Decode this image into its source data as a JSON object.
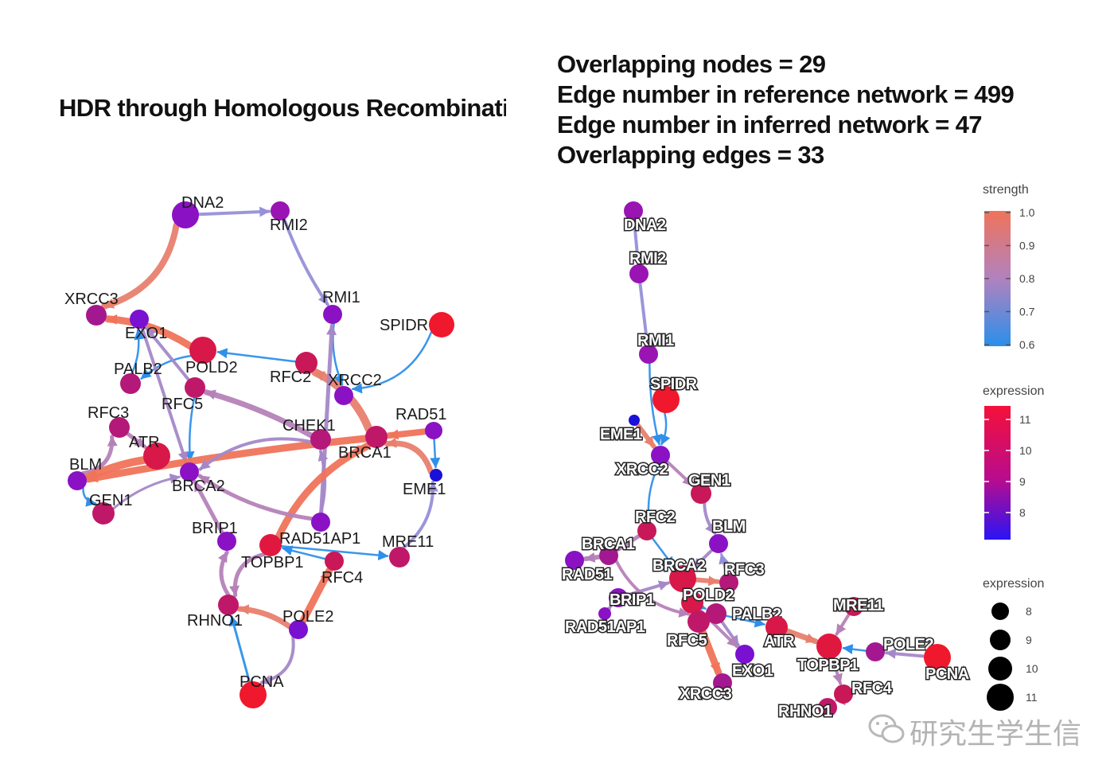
{
  "left_panel": {
    "title": "HDR through Homologous Recombinatio",
    "nodes": [
      {
        "label": "DNA2",
        "color": "#8a12c4"
      },
      {
        "label": "RMI2",
        "color": "#9a14b4"
      },
      {
        "label": "RMI1",
        "color": "#8a12c4"
      },
      {
        "label": "SPIDR",
        "color": "#f0182c"
      },
      {
        "label": "XRCC3",
        "color": "#a31890"
      },
      {
        "label": "EXO1",
        "color": "#7a10d0"
      },
      {
        "label": "POLD2",
        "color": "#d81848"
      },
      {
        "label": "RFC2",
        "color": "#c81858"
      },
      {
        "label": "XRCC2",
        "color": "#8a12c4"
      },
      {
        "label": "PALB2",
        "color": "#b41878"
      },
      {
        "label": "RFC5",
        "color": "#c01868"
      },
      {
        "label": "RFC3",
        "color": "#b41878"
      },
      {
        "label": "CHEK1",
        "color": "#b41878"
      },
      {
        "label": "RAD51",
        "color": "#8a12c4"
      },
      {
        "label": "ATR",
        "color": "#d81848"
      },
      {
        "label": "BRCA1",
        "color": "#c01868"
      },
      {
        "label": "BLM",
        "color": "#8a12c4"
      },
      {
        "label": "BRCA2",
        "color": "#8a12c4"
      },
      {
        "label": "EME1",
        "color": "#1a10d8"
      },
      {
        "label": "GEN1",
        "color": "#c01868"
      },
      {
        "label": "BRIP1",
        "color": "#8a12c4"
      },
      {
        "label": "RAD51AP1",
        "color": "#8a12c4"
      },
      {
        "label": "MRE11",
        "color": "#c01868"
      },
      {
        "label": "TOPBP1",
        "color": "#e01840"
      },
      {
        "label": "RFC4",
        "color": "#c81858"
      },
      {
        "label": "RHNO1",
        "color": "#c01868"
      },
      {
        "label": "POLE2",
        "color": "#7a10d0"
      },
      {
        "label": "PCNA",
        "color": "#f0182c"
      }
    ]
  },
  "right_panel": {
    "stats": [
      "Overlapping nodes = 29",
      "Edge number in reference network = 499",
      "Edge number in inferred network = 47",
      "Overlapping edges = 33"
    ],
    "nodes": [
      {
        "label": "DNA2",
        "color": "#9a14b4"
      },
      {
        "label": "RMI2",
        "color": "#9a14b4"
      },
      {
        "label": "RMI1",
        "color": "#9a14b4"
      },
      {
        "label": "SPIDR",
        "color": "#f0182c"
      },
      {
        "label": "EME1",
        "color": "#1a10d8"
      },
      {
        "label": "XRCC2",
        "color": "#8a12c4"
      },
      {
        "label": "GEN1",
        "color": "#c81858"
      },
      {
        "label": "RFC2",
        "color": "#c81858"
      },
      {
        "label": "BLM",
        "color": "#8a12c4"
      },
      {
        "label": "BRCA1",
        "color": "#a31890"
      },
      {
        "label": "RAD51",
        "color": "#8a12c4"
      },
      {
        "label": "BRCA2",
        "color": "#d81848"
      },
      {
        "label": "RFC3",
        "color": "#b41878"
      },
      {
        "label": "BRIP1",
        "color": "#8a12c4"
      },
      {
        "label": "POLD2",
        "color": "#d81848"
      },
      {
        "label": "RAD51AP1",
        "color": "#8a12c4"
      },
      {
        "label": "PALB2",
        "color": "#b41878"
      },
      {
        "label": "RFC5",
        "color": "#c01868"
      },
      {
        "label": "ATR",
        "color": "#d81848"
      },
      {
        "label": "MRE11",
        "color": "#c81858"
      },
      {
        "label": "EXO1",
        "color": "#7a10d0"
      },
      {
        "label": "TOPBP1",
        "color": "#e01840"
      },
      {
        "label": "POLE2",
        "color": "#a31890"
      },
      {
        "label": "RFC4",
        "color": "#c81858"
      },
      {
        "label": "PCNA",
        "color": "#f0182c"
      },
      {
        "label": "XRCC3",
        "color": "#a31890"
      },
      {
        "label": "RHNO1",
        "color": "#c01868"
      }
    ]
  },
  "legend": {
    "strength": {
      "title": "strength",
      "ticks": [
        "1.0",
        "0.9",
        "0.8",
        "0.7",
        "0.6"
      ],
      "colors": [
        "#f0735a",
        "#b182bf",
        "#2a8fea"
      ]
    },
    "expression_color": {
      "title": "expression",
      "ticks": [
        "11",
        "10",
        "9",
        "8"
      ],
      "colors": [
        "#f5103a",
        "#b80c8e",
        "#2a14f5"
      ]
    },
    "expression_size": {
      "title": "expression",
      "ticks": [
        "8",
        "9",
        "10",
        "11"
      ]
    }
  },
  "watermark": "研究生学生信"
}
